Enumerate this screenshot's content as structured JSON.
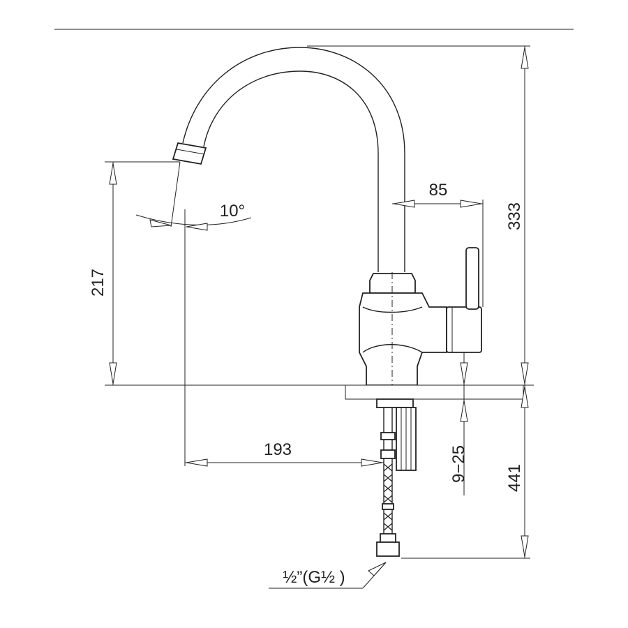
{
  "dimensions": {
    "overall_height": "333",
    "spout_height": "217",
    "spout_reach": "193",
    "lever_offset": "85",
    "below_deck": "441",
    "deck_thickness": "9−25",
    "angle": "10°",
    "connection": "½”(G½ )"
  }
}
